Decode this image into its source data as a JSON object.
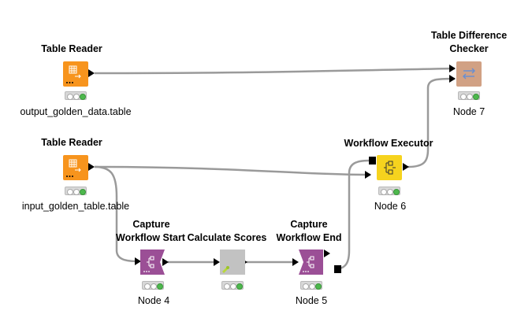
{
  "nodes": {
    "reader1": {
      "title": "Table Reader",
      "label": "output_golden_data.table",
      "color": "#f7941d",
      "icon": "table-reader-icon",
      "status": "green"
    },
    "reader2": {
      "title": "Table Reader",
      "label": "input_golden_table.table",
      "color": "#f7941d",
      "icon": "table-reader-icon",
      "status": "green"
    },
    "diff": {
      "title_line1": "Table Difference",
      "title_line2": "Checker",
      "label": "Node 7",
      "color": "#d1a184",
      "icon": "compare-icon",
      "status": "green"
    },
    "executor": {
      "title": "Workflow Executor",
      "label": "Node 6",
      "color": "#f6d31e",
      "icon": "workflow-icon",
      "status": "green"
    },
    "capstart": {
      "title_line1": "Capture",
      "title_line2": "Workflow Start",
      "label": "Node 4",
      "color": "#9b4f96",
      "icon": "workflow-icon",
      "status": "green"
    },
    "scores": {
      "title": "Calculate Scores",
      "color": "#c2c2c2",
      "icon": "wrench-icon",
      "status": "green"
    },
    "capend": {
      "title_line1": "Capture",
      "title_line2": "Workflow End",
      "label": "Node 5",
      "color": "#9b4f96",
      "icon": "workflow-icon",
      "status": "green"
    }
  },
  "connection_color": "#9a9a9a"
}
